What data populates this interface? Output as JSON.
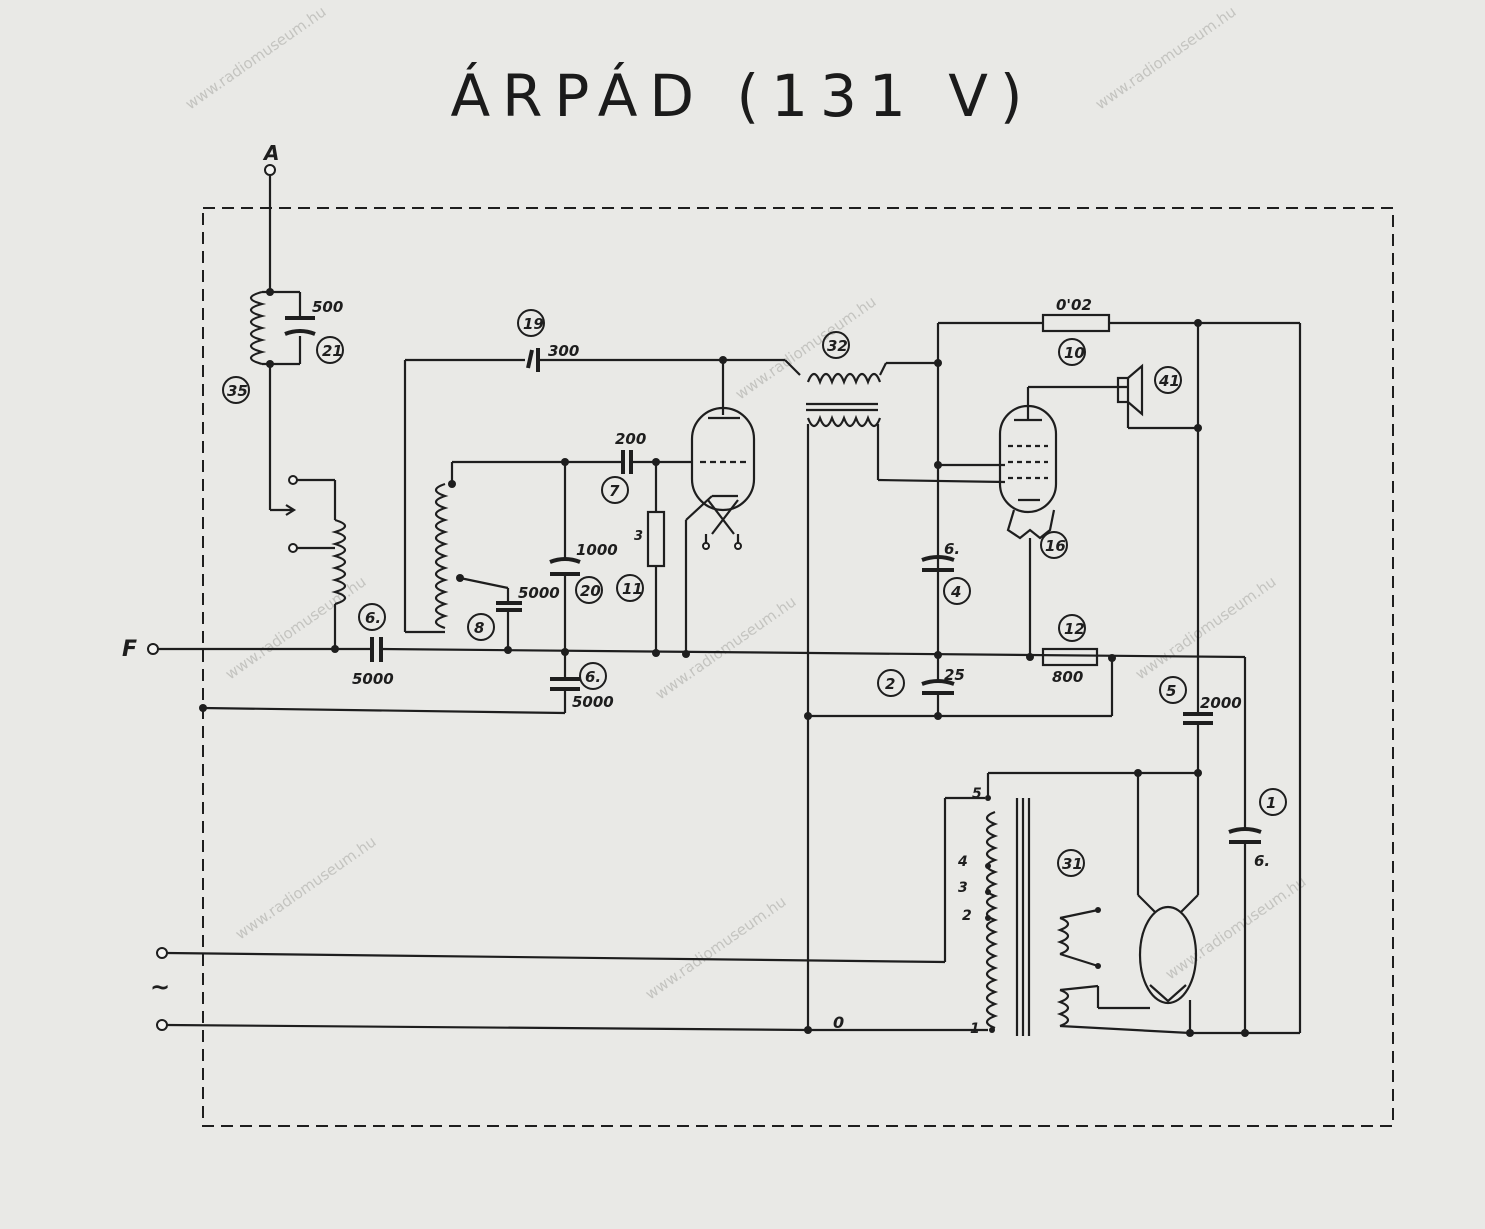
{
  "title": "ÁRPÁD (131 V)",
  "terminals": {
    "antenna": "A",
    "ground": "F",
    "mains": "~"
  },
  "watermark": "www.radiomuseum.hu",
  "components": {
    "c21": {
      "ref": "21",
      "value": "500"
    },
    "l35": {
      "ref": "35"
    },
    "c19": {
      "ref": "19",
      "value": "300"
    },
    "t32": {
      "ref": "32"
    },
    "c7": {
      "ref": "7",
      "value": "200"
    },
    "r11": {
      "ref": "11",
      "value": "3"
    },
    "c20": {
      "ref": "20",
      "value": "1000"
    },
    "c8": {
      "ref": "8",
      "value": "5000"
    },
    "c_in": {
      "value_a": "6.",
      "value_b": "5000"
    },
    "c_bot": {
      "value_a": "6.",
      "value_b": "5000"
    },
    "r10": {
      "ref": "10",
      "value": "0'02"
    },
    "spk41": {
      "ref": "41"
    },
    "v16": {
      "ref": "16"
    },
    "c4": {
      "ref": "4",
      "value": "6."
    },
    "r12": {
      "ref": "12",
      "value": "800"
    },
    "c2": {
      "ref": "2",
      "value": "25"
    },
    "c5": {
      "ref": "5",
      "value": "2000"
    },
    "c1": {
      "ref": "1",
      "value": "6."
    },
    "t31": {
      "ref": "31",
      "taps": [
        "5",
        "4",
        "3",
        "2",
        "1"
      ],
      "zero": "0"
    }
  }
}
